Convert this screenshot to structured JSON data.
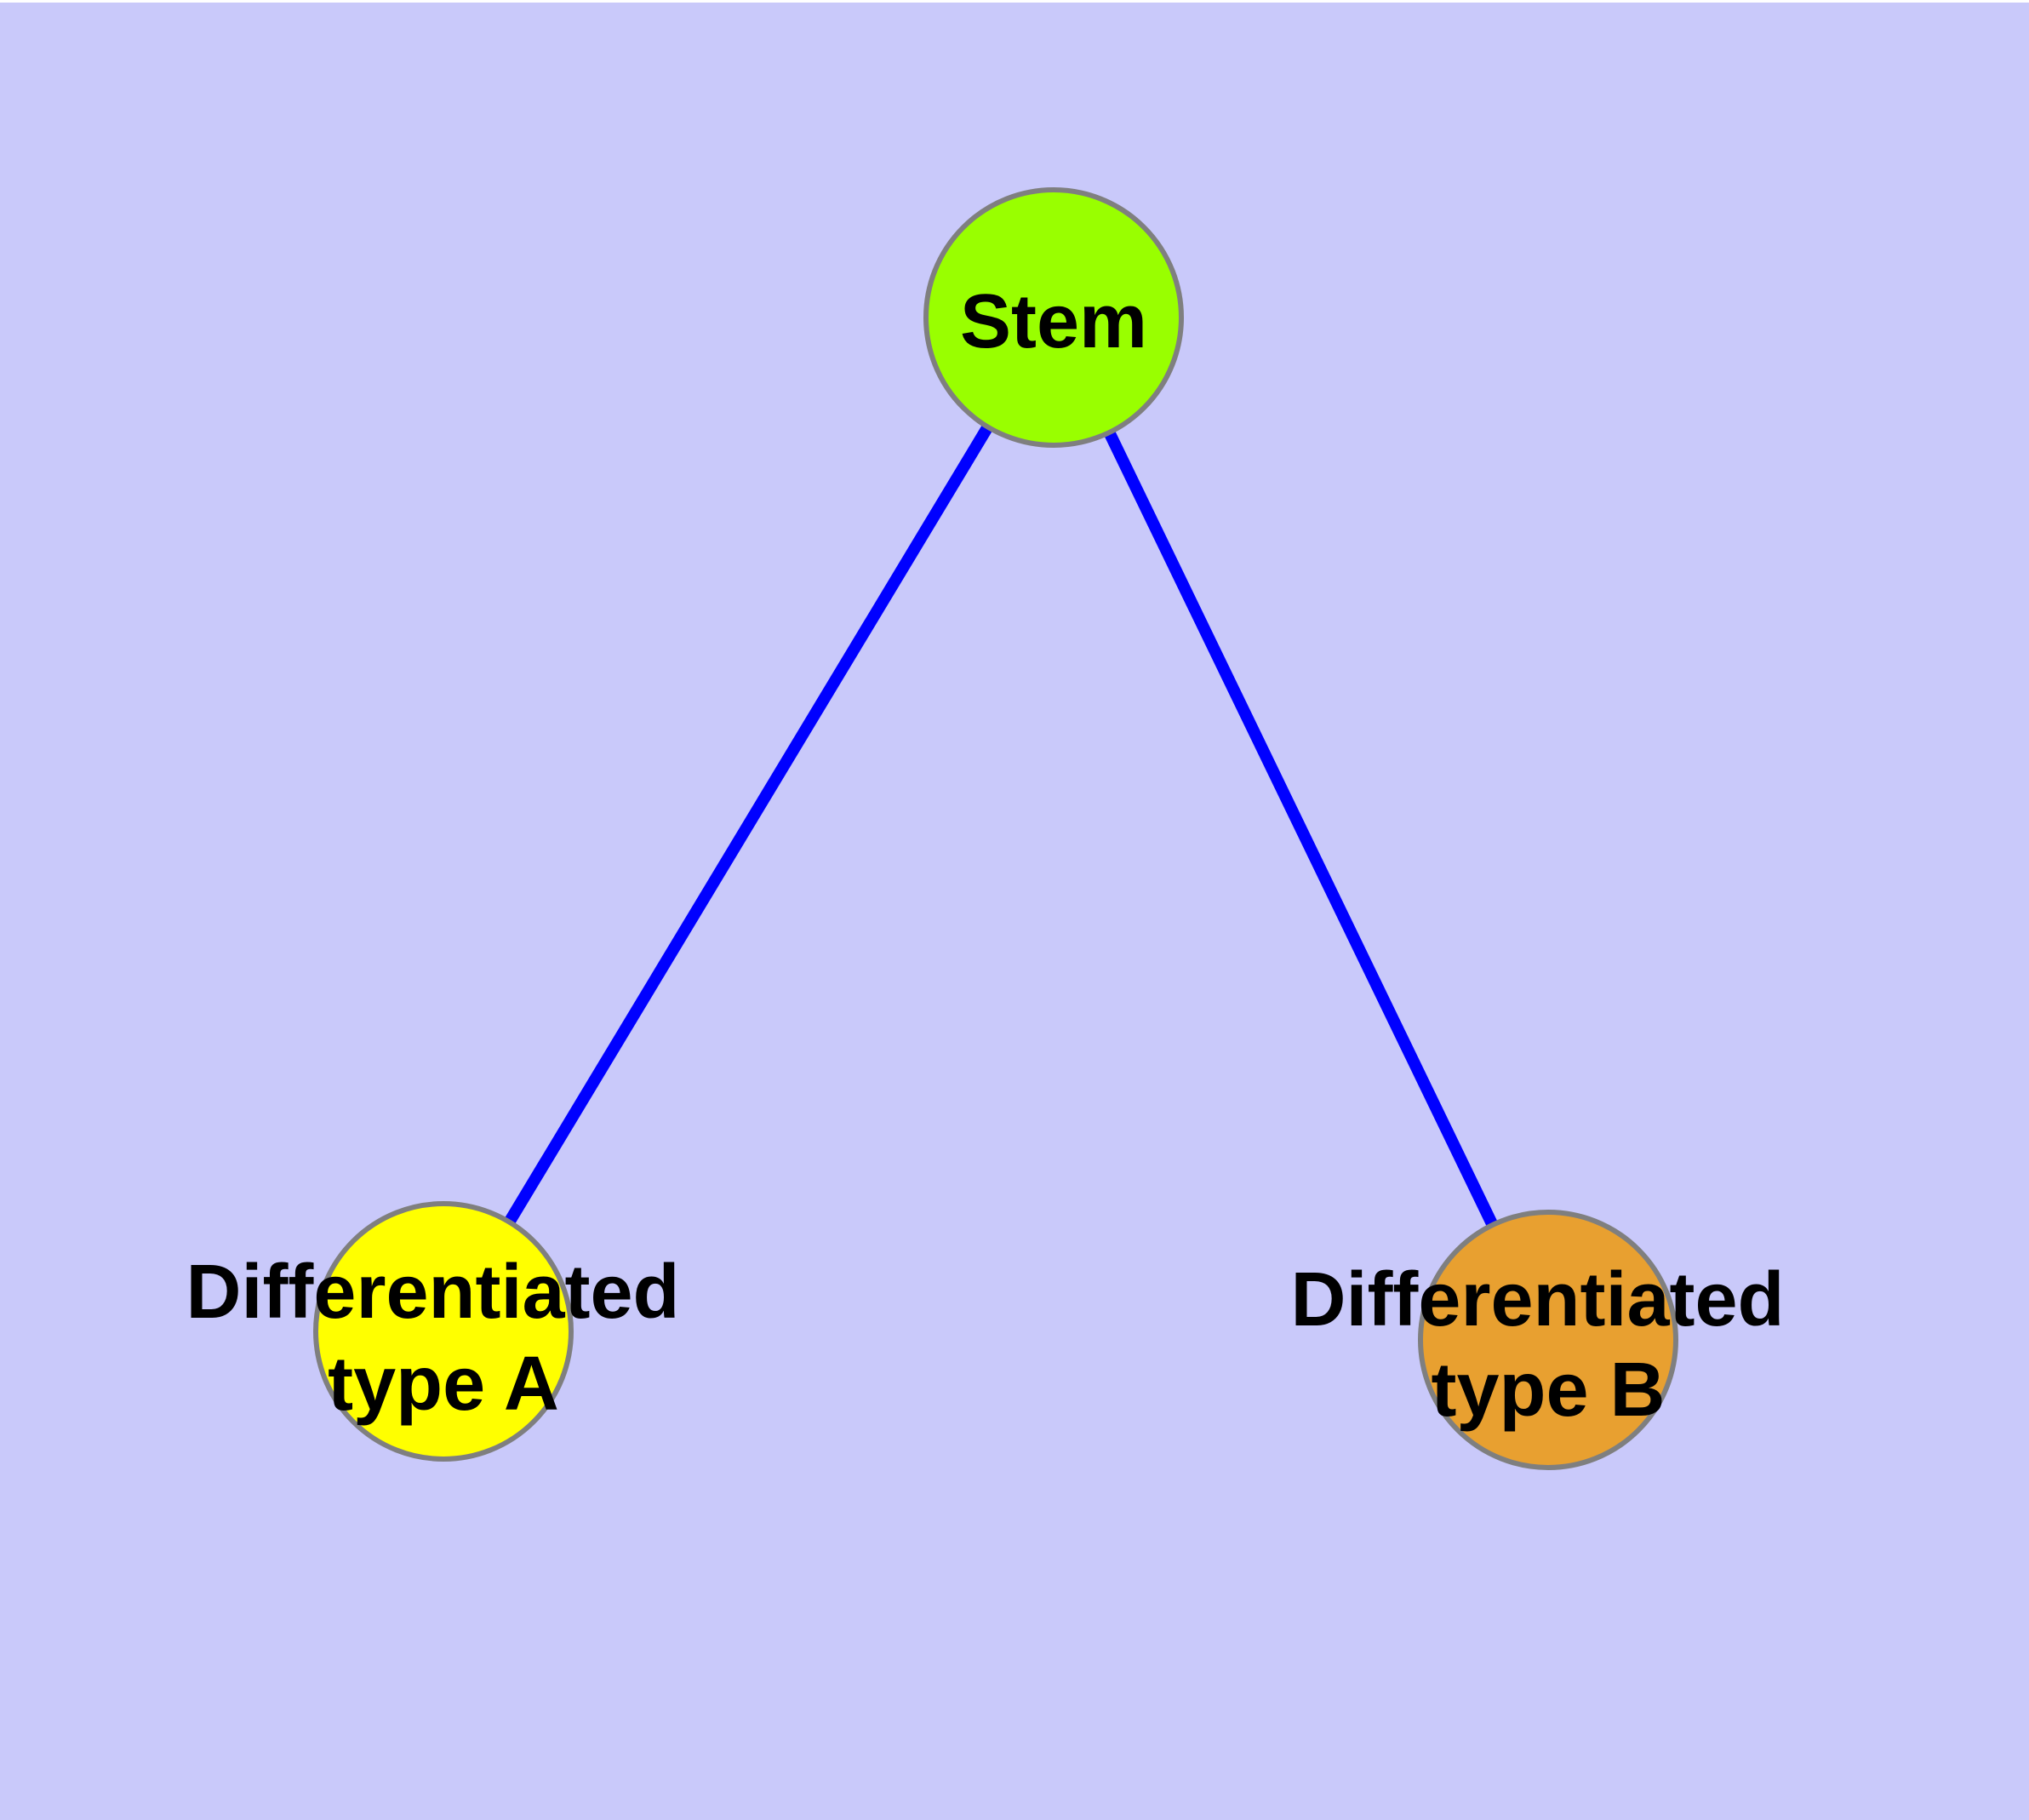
{
  "diagram": {
    "background_color": "#C9C9FA",
    "top_margin_color": "#FFFFFF",
    "node_border_color": "#7F7F7F",
    "edge_color": "#0000FF",
    "text_color": "#000000",
    "nodes": [
      {
        "id": "stem",
        "label_lines": [
          "Stem"
        ],
        "fill": "#99FF00"
      },
      {
        "id": "differentiated-type-a",
        "label_lines": [
          "Differentiated",
          "type A"
        ],
        "fill": "#FFFF00"
      },
      {
        "id": "differentiated-type-b",
        "label_lines": [
          "Differentiated",
          "type B"
        ],
        "fill": "#E8A030"
      }
    ],
    "edges": [
      {
        "from": "stem",
        "to": "differentiated-type-a"
      },
      {
        "from": "stem",
        "to": "differentiated-type-b"
      }
    ]
  }
}
